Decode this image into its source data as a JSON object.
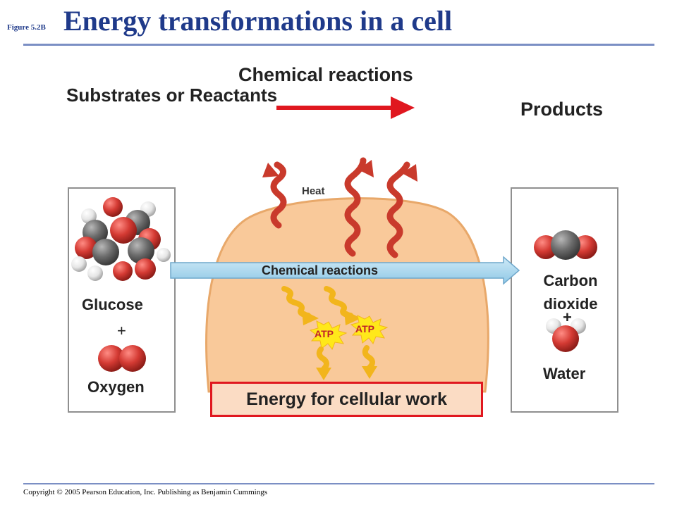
{
  "header": {
    "figure_label": "Figure 5.2B",
    "title": "Energy transformations in a cell"
  },
  "labels": {
    "substrates": "Substrates or Reactants",
    "chemical_reactions_top": "Chemical reactions",
    "products": "Products",
    "heat": "Heat",
    "chemical_reactions_cell": "Chemical reactions",
    "glucose": "Glucose",
    "plus_reactants": "+",
    "oxygen": "Oxygen",
    "carbon_dioxide": "Carbon dioxide",
    "plus_products": "+",
    "water": "Water",
    "atp_1": "ATP",
    "atp_2": "ATP",
    "energy": "Energy for cellular work"
  },
  "footer": {
    "copyright": "Copyright © 2005 Pearson Education, Inc. Publishing as Benjamin Cummings"
  },
  "colors": {
    "title_blue": "#1f3a8a",
    "reaction_arrow_red": "#e0171f",
    "cell_fill": "#f9c99a",
    "cell_outline": "#e8a86a",
    "heat_red": "#c93a2c",
    "energy_yellow": "#f2b51c",
    "atp_burst": "#ffe81a",
    "flow_arrow_blue": "#9fd2ec",
    "oxygen_atom_red": "#d43a33",
    "carbon_atom_gray": "#6b6b6b",
    "hydrogen_atom_white": "#e6e6e6"
  }
}
